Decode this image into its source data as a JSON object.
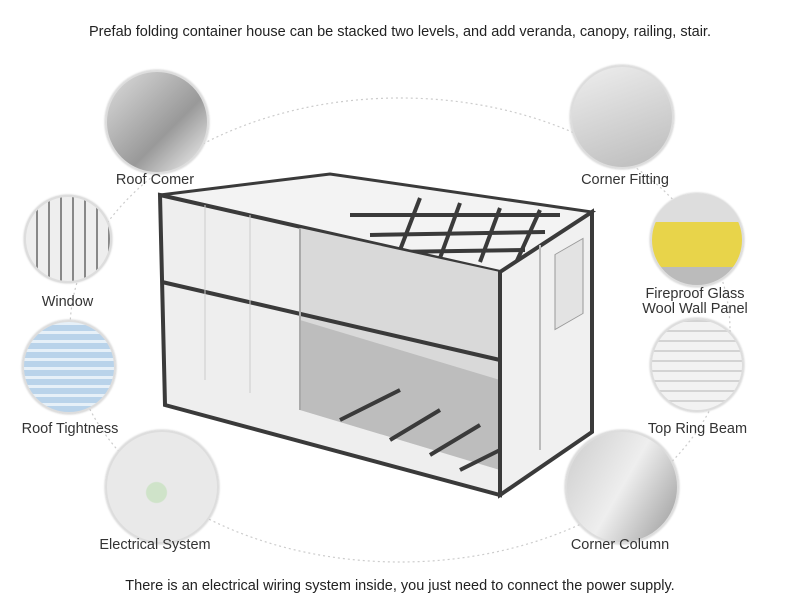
{
  "header": {
    "caption": "Prefab folding container house can be stacked two levels, and add veranda, canopy, railing, stair."
  },
  "footer": {
    "caption": "There is an electrical wiring system inside, you just need to connect the power supply."
  },
  "features": {
    "roof_corner": "Roof Comer",
    "window": "Window",
    "roof_tightness": "Roof Tightness",
    "electrical_system": "Electrical System",
    "corner_fitting": "Corner Fitting",
    "fireproof_line1": "Fireproof Glass",
    "fireproof_line2": "Wool Wall Panel",
    "top_ring_beam": "Top Ring Beam",
    "corner_column": "Corner Column"
  },
  "colors": {
    "frame": "#3a3a3a",
    "panel": "#f1f1f1",
    "wool": "#e8d44a"
  }
}
